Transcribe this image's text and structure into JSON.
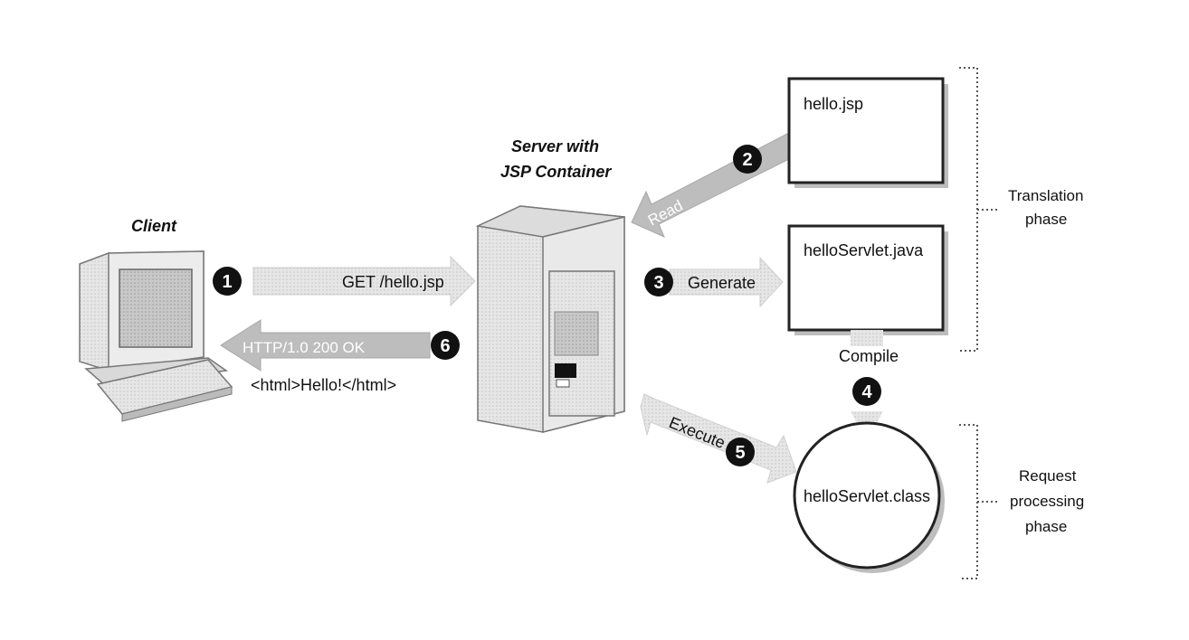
{
  "labels": {
    "client": "Client",
    "server_line1": "Server with",
    "server_line2": "JSP Container"
  },
  "steps": [
    {
      "num": "1",
      "label": "GET /hello.jsp"
    },
    {
      "num": "2",
      "label": "Read"
    },
    {
      "num": "3",
      "label": "Generate"
    },
    {
      "num": "4",
      "label": "Compile"
    },
    {
      "num": "5",
      "label": "Execute"
    },
    {
      "num": "6",
      "label": "HTTP/1.0 200 OK"
    }
  ],
  "response_body": "<html>Hello!</html>",
  "files": {
    "jsp": "hello.jsp",
    "java": "helloServlet.java",
    "class": "helloServlet.class"
  },
  "phases": {
    "translation_line1": "Translation",
    "translation_line2": "phase",
    "request_line1": "Request",
    "request_line2": "processing",
    "request_line3": "phase"
  }
}
